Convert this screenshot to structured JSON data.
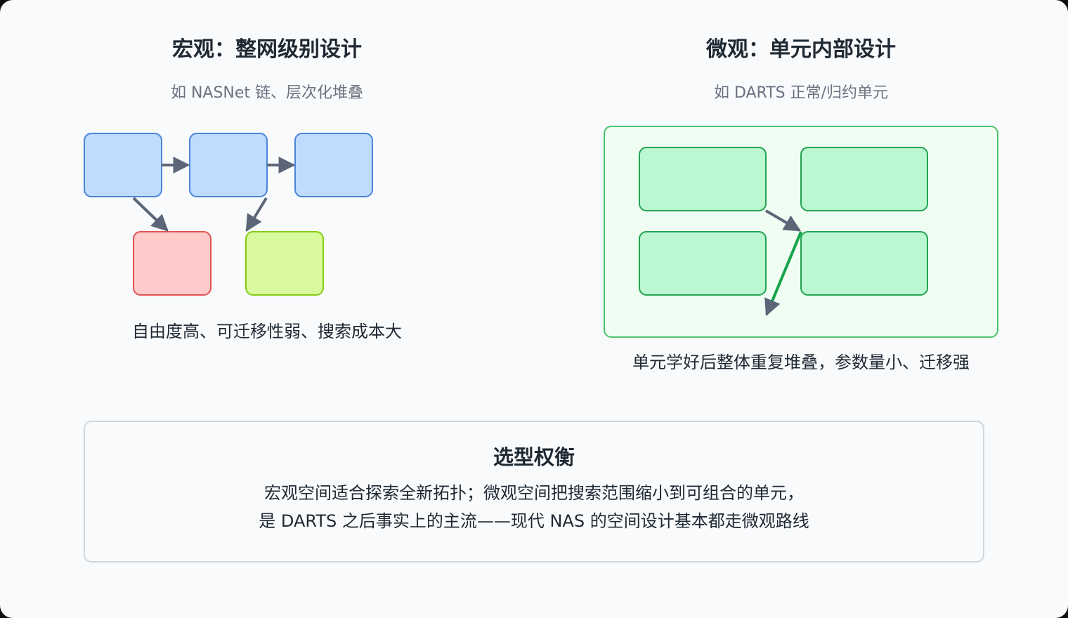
{
  "macro": {
    "title": "宏观：整网级别设计",
    "subtitle": "如 NASNet 链、层次化堆叠",
    "caption": "自由度高、可迁移性弱、搜索成本大"
  },
  "micro": {
    "title": "微观：单元内部设计",
    "subtitle": "如 DARTS 正常/归约单元",
    "caption": "单元学好后整体重复堆叠，参数量小、迁移强"
  },
  "note": {
    "title": "选型权衡",
    "line1": "宏观空间适合探索全新拓扑；微观空间把搜索范围缩小到可组合的单元，",
    "line2": "是 DARTS 之后事实上的主流——现代 NAS 的空间设计基本都走微观路线"
  },
  "colors": {
    "blue_fill": "#bfdbfe",
    "blue_stroke": "#4a86d8",
    "red_fill": "#fecaca",
    "red_stroke": "#e05252",
    "lime_fill": "#d9f99d",
    "lime_stroke": "#84cc16",
    "green_fill": "#bbf7d0",
    "green_stroke": "#22a352",
    "green_panel": "#effdf2",
    "arrow": "#5b6678",
    "green_arrow": "#16a34a"
  }
}
